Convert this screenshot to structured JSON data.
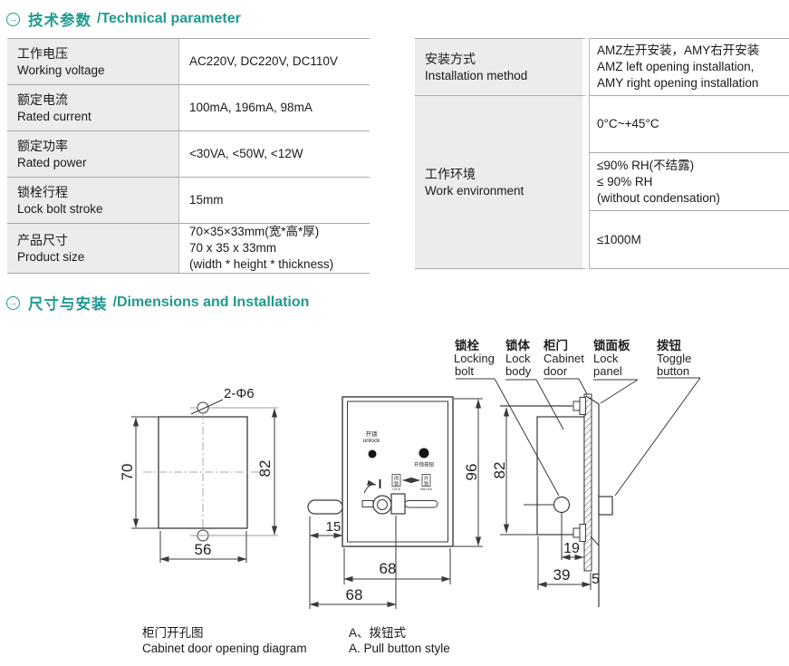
{
  "colors": {
    "accent": "#1f9a8f",
    "table_label_bg": "#ececec",
    "table_border": "#a8a8a8",
    "ink": "#1a1a1a",
    "line": "#3a3a3a"
  },
  "headers": {
    "tech": {
      "icon": "circle-right-arrow-icon",
      "glyph": "→",
      "zh": "技术参数",
      "en": "/Technical parameter"
    },
    "dims": {
      "icon": "circle-right-arrow-icon",
      "glyph": "→",
      "zh": "尺寸与安装",
      "en": "/Dimensions and Installation"
    }
  },
  "tech_table_left": {
    "rows": [
      {
        "label_zh": "工作电压",
        "label_en": "Working voltage",
        "values": [
          "AC220V, DC220V, DC110V"
        ]
      },
      {
        "label_zh": "额定电流",
        "label_en": "Rated current",
        "values": [
          "100mA, 196mA, 98mA"
        ]
      },
      {
        "label_zh": "额定功率",
        "label_en": "Rated power",
        "values": [
          "<30VA, <50W, <12W"
        ]
      },
      {
        "label_zh": "锁栓行程",
        "label_en": "Lock bolt stroke",
        "values": [
          "15mm"
        ]
      },
      {
        "label_zh": "产品尺寸",
        "label_en": "Product size",
        "values": [
          "70×35×33mm(宽*高*厚)",
          "70 x 35 x 33mm",
          "(width * height * thickness)"
        ]
      }
    ]
  },
  "tech_table_right": {
    "row1": {
      "label_zh": "安装方式",
      "label_en": "Installation method",
      "values": [
        "AMZ左开安装，AMY右开安装",
        "AMZ left opening installation,",
        "AMY right opening installation"
      ]
    },
    "row2": {
      "label_zh": "工作环境",
      "label_en": "Work environment",
      "cells": [
        [
          "0°C~+45°C"
        ],
        [
          "≤90% RH(不结露)",
          "≤ 90% RH",
          "(without condensation)"
        ],
        [
          "≤1000M"
        ]
      ]
    }
  },
  "diagrams": {
    "cutout": {
      "hole_label": "2-Φ6",
      "dim_left": "70",
      "dim_right": "82",
      "dim_bottom": "56"
    },
    "front": {
      "ind_zh": "开锁",
      "ind_en": "unlock",
      "btn_label": "开锁按钮",
      "state_left_c1": "闭",
      "state_left_c2": "锁",
      "state_left_en": "LOCK",
      "state_right_c1": "开",
      "state_right_c2": "锁",
      "state_right_en": "UNLOCK",
      "dim_height": "96",
      "dim_offset": "15",
      "dim_width": "68",
      "dim_width2": "68"
    },
    "side": {
      "labels": [
        {
          "zh": "锁栓",
          "en1": "Locking",
          "en2": "bolt"
        },
        {
          "zh": "锁体",
          "en1": "Lock",
          "en2": "body"
        },
        {
          "zh": "柜门",
          "en1": "Cabinet",
          "en2": "door"
        },
        {
          "zh": "锁面板",
          "en1": "Lock",
          "en2": "panel"
        },
        {
          "zh": "拨钮",
          "en1": "Toggle",
          "en2": "button"
        }
      ],
      "dim_span": "82",
      "dim_hole": "19",
      "dim_depth": "39",
      "dim_gap": "5"
    },
    "captions": {
      "left_zh": "柜门开孔图",
      "left_en": "Cabinet door opening diagram",
      "right_zh": "A、拨钮式",
      "right_en": "A. Pull button style"
    }
  }
}
